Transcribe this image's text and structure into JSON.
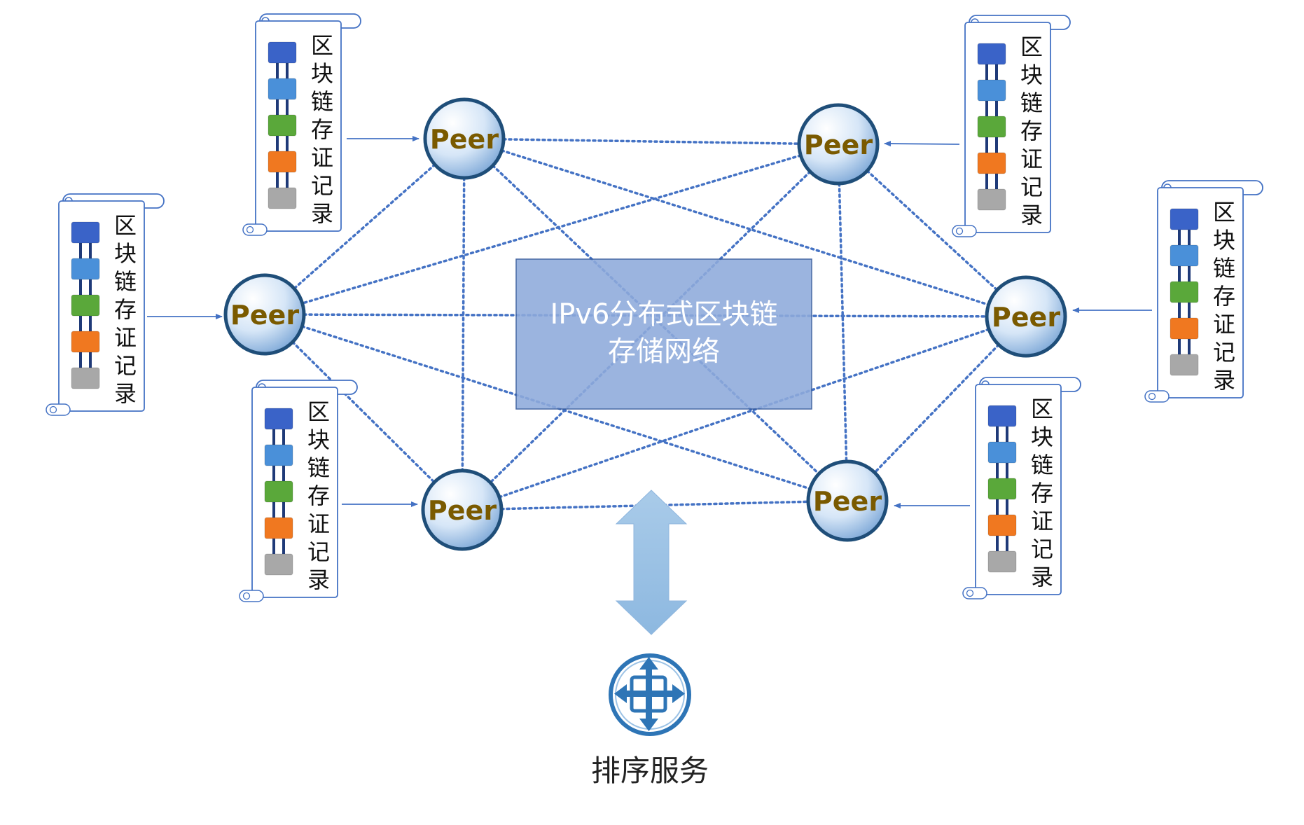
{
  "center_box": {
    "line1": "IPv6分布式区块链",
    "line2": "存储网络"
  },
  "peer_label": "Peer",
  "scroll_chars": [
    "区",
    "块",
    "链",
    "存",
    "证",
    "记",
    "录"
  ],
  "block_colors": [
    "#3a63c8",
    "#4a90d9",
    "#5aa83a",
    "#f07820",
    "#a8a8a8"
  ],
  "service_label": "排序服务",
  "colors": {
    "peer_text": "#7a5a00",
    "peer_border": "#1f4e79",
    "mesh_line": "#4472c4",
    "center_box_fill": "#8eaadb",
    "center_box_border": "#2f5597",
    "arrow_fill": "#9dc3e6",
    "service_icon": "#2e75b6"
  }
}
